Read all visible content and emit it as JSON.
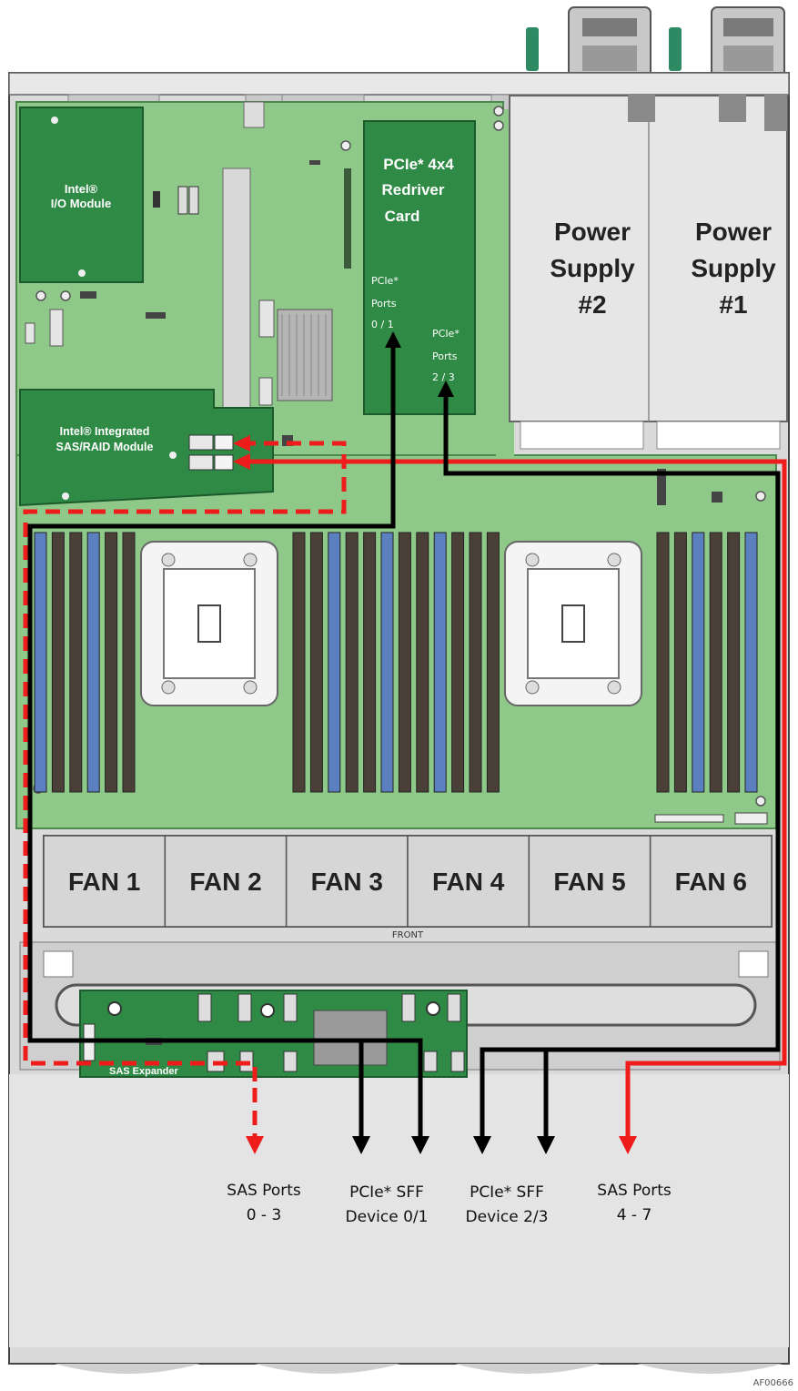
{
  "labels": {
    "io_module": [
      "Intel®",
      "I/O Module"
    ],
    "sas_raid_module": [
      "Intel® Integrated",
      "SAS/RAID Module"
    ],
    "redriver_card": [
      "PCIe* 4x4",
      "Redriver",
      "Card"
    ],
    "redriver_ports_01": [
      "PCIe*",
      "Ports",
      "0 / 1"
    ],
    "redriver_ports_23": [
      "PCIe*",
      "Ports",
      "2 / 3"
    ],
    "power_supply_2": [
      "Power",
      "Supply",
      "#2"
    ],
    "power_supply_1": [
      "Power",
      "Supply",
      "#1"
    ],
    "front": "FRONT",
    "sas_expander": "SAS Expander",
    "figure_id": "AF00666"
  },
  "fans": [
    "FAN 1",
    "FAN 2",
    "FAN 3",
    "FAN 4",
    "FAN 5",
    "FAN 6"
  ],
  "destinations": [
    {
      "lines": [
        "SAS Ports",
        "0 - 3"
      ],
      "cable": "sas",
      "style": "dashed"
    },
    {
      "lines": [
        "PCIe* SFF",
        "Device 0/1"
      ],
      "cable": "pcie",
      "style": "solid"
    },
    {
      "lines": [
        "PCIe* SFF",
        "Device 2/3"
      ],
      "cable": "pcie",
      "style": "solid"
    },
    {
      "lines": [
        "SAS Ports",
        "4 - 7"
      ],
      "cable": "sas",
      "style": "solid"
    }
  ],
  "colors": {
    "board": "#8ec98a",
    "module": "#2f8a45",
    "sas_cable": "#ef1c1c",
    "pcie_cable": "#000000",
    "dimm_dark": "#4a4038",
    "dimm_blue": "#5c7fc0",
    "chassis": "#dadada",
    "power_supply": "#e6e6e6"
  }
}
